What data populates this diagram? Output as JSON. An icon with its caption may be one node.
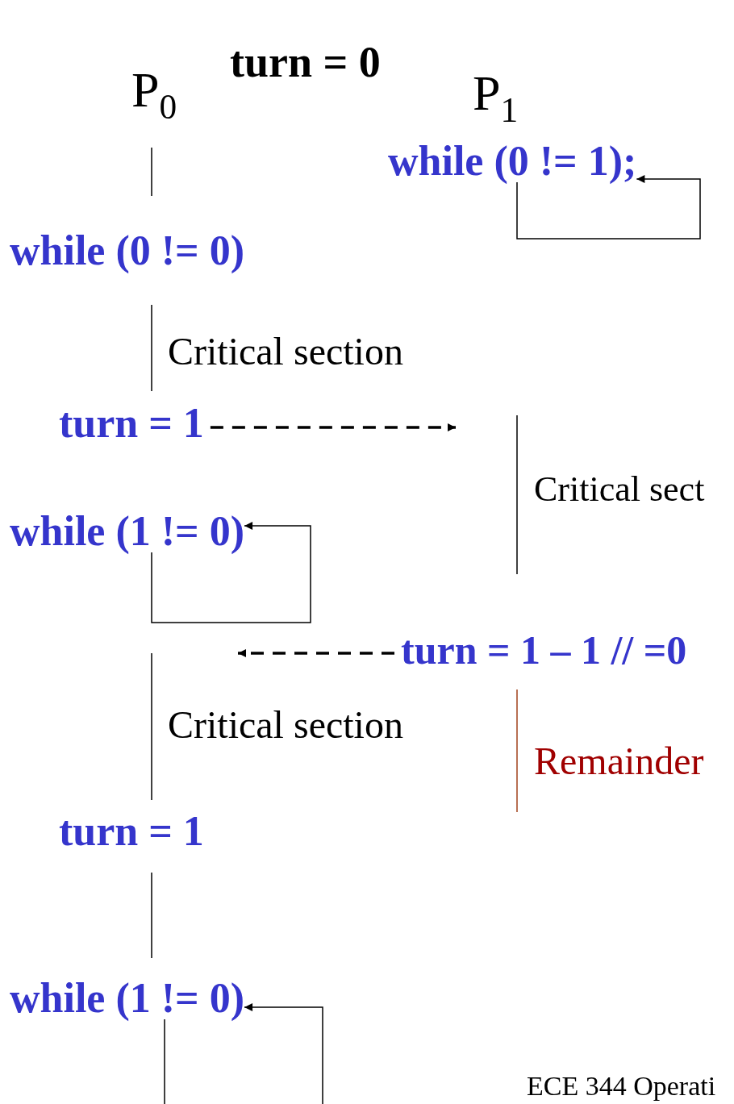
{
  "diagram": {
    "title": "turn = 0",
    "nodes": [
      {
        "text": [
          "P$_{0}$"
        ]
      },
      {
        "text": [
          "P$_{1}$"
        ]
      },
      {
        "text": [
          "while (0 != 1);"
        ]
      },
      {
        "text": [
          "while (0 != 0)"
        ]
      },
      {
        "text": [
          "turn = 1"
        ]
      },
      {
        "text": [
          "while (1 != 0)"
        ]
      },
      {
        "text": [
          "turn = 1 – 1 // =0"
        ]
      },
      {
        "text": [
          "turn = 1"
        ]
      },
      {
        "text": [
          "while (1 != 0)"
        ]
      }
    ],
    "edges": [
      {
        "from": 2,
        "to": 2,
        "arrow": "to"
      },
      {
        "from": 4,
        "to": null,
        "arrow": "to",
        "style": "dashed"
      },
      {
        "from": 5,
        "to": 5,
        "arrow": "to"
      },
      {
        "from": 6,
        "to": null,
        "arrow": "to",
        "style": "dashed"
      },
      {
        "from": 8,
        "to": 8,
        "arrow": "to"
      }
    ],
    "labels": [
      "Critical section",
      "Critical sect",
      "Critical section",
      "Remainder",
      "ECE 344 Operati"
    ]
  }
}
